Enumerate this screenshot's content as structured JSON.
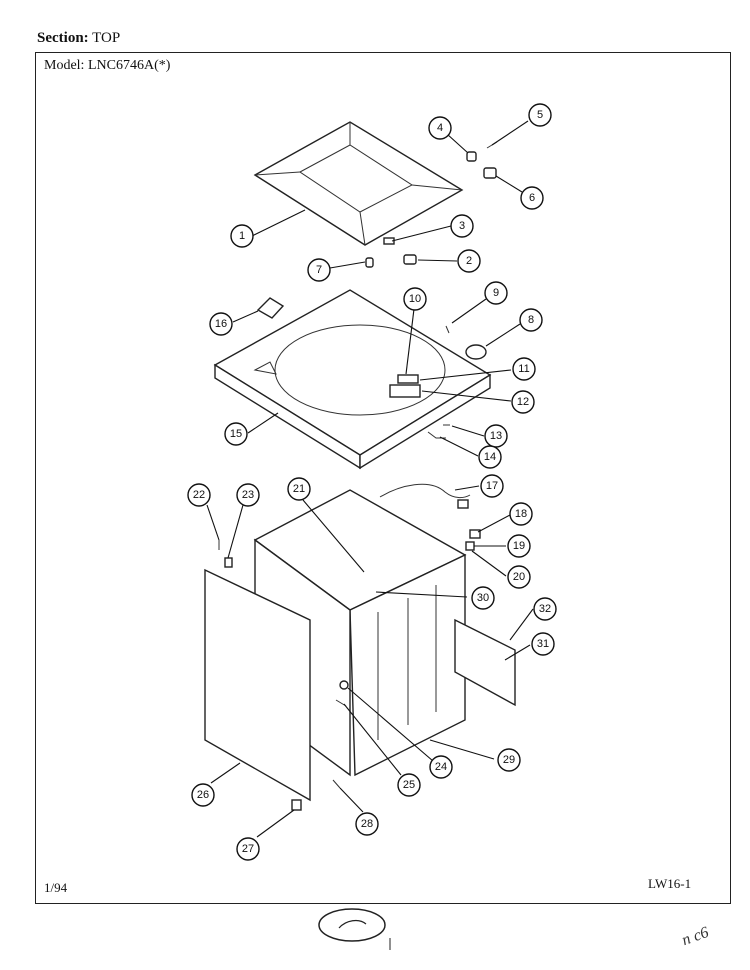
{
  "header": {
    "section_label": "Section:",
    "section_value": "TOP",
    "model_label": "Model:",
    "model_value": "LNC6746A(*)"
  },
  "footer": {
    "date": "1/94",
    "page_code": "LW16-1"
  },
  "callouts": [
    "1",
    "2",
    "3",
    "4",
    "5",
    "6",
    "7",
    "8",
    "9",
    "10",
    "11",
    "12",
    "13",
    "14",
    "15",
    "16",
    "17",
    "18",
    "19",
    "20",
    "21",
    "22",
    "23",
    "24",
    "25",
    "26",
    "27",
    "28",
    "29",
    "30",
    "31",
    "32"
  ],
  "margin_note": "n c6"
}
